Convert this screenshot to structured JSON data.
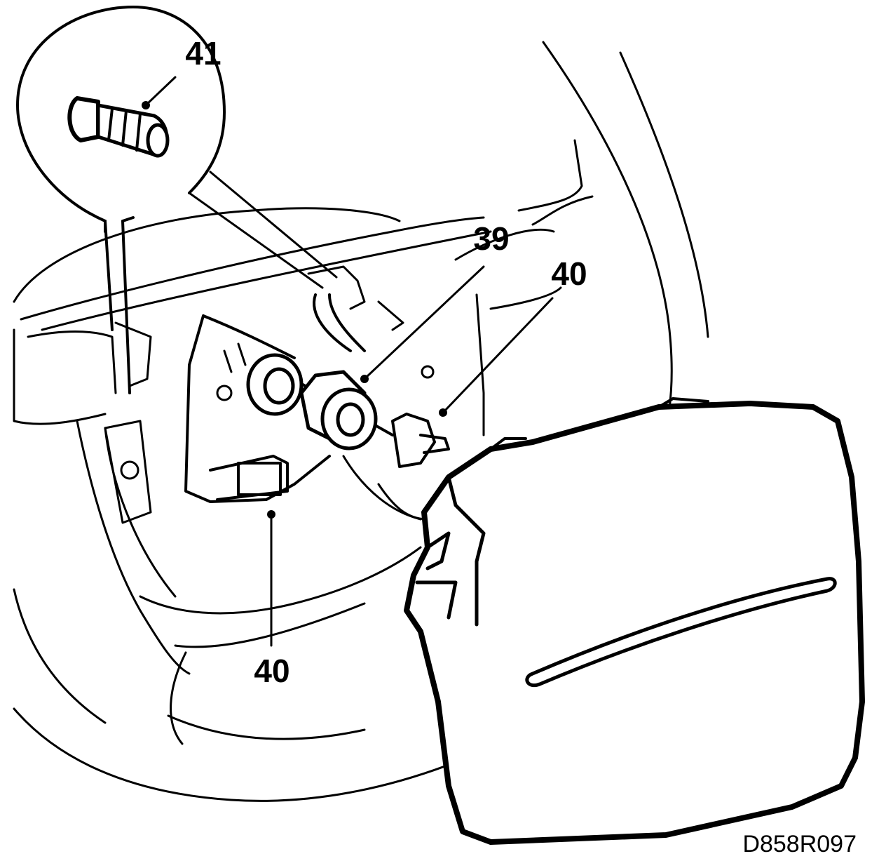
{
  "labels": {
    "label_41": "41",
    "label_39": "39",
    "label_40_right": "40",
    "label_40_bottom": "40"
  },
  "figure_code": "D858R097",
  "colors": {
    "ink": "#000000",
    "paper": "#ffffff"
  }
}
